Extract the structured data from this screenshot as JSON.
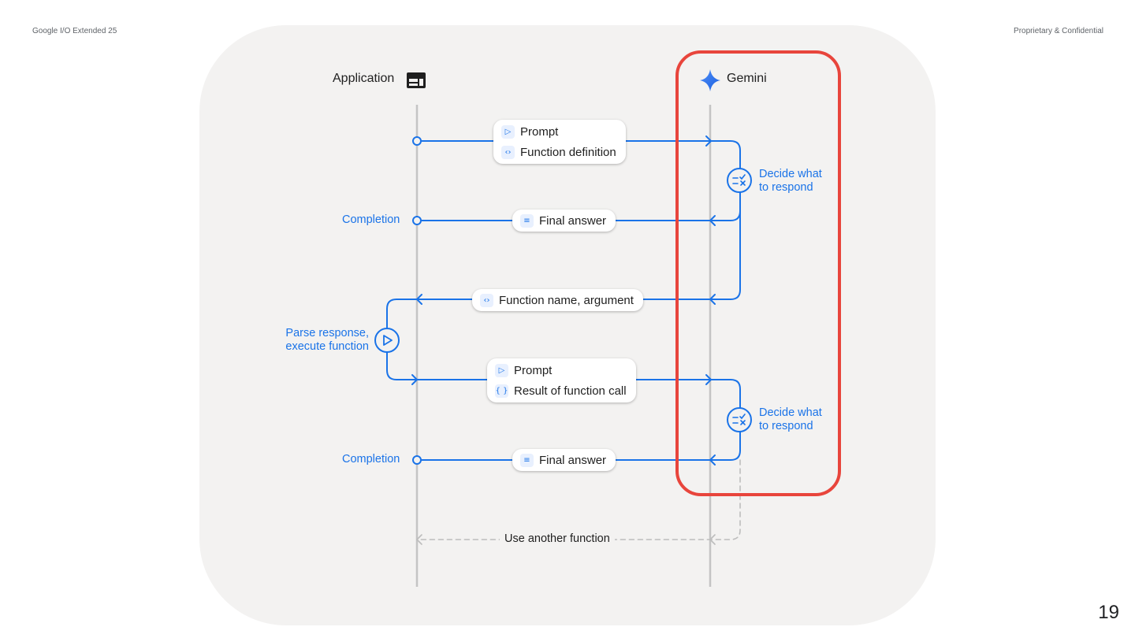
{
  "header": {
    "left_text": "Google I/O Extended 25",
    "right_text": "Proprietary & Confidential"
  },
  "page_number": "19",
  "columns": {
    "application": "Application",
    "gemini": "Gemini"
  },
  "messages": {
    "request_1": [
      {
        "icon": "send-icon",
        "text": "Prompt"
      },
      {
        "icon": "code-icon",
        "text": "Function definition"
      }
    ],
    "final_answer_1": {
      "icon": "document-icon",
      "text": "Final answer"
    },
    "function_call": {
      "icon": "code-icon",
      "text": "Function name,  argument"
    },
    "request_2": [
      {
        "icon": "send-icon",
        "text": "Prompt"
      },
      {
        "icon": "braces-icon",
        "text": "Result of function call"
      }
    ],
    "final_answer_2": {
      "icon": "document-icon",
      "text": "Final answer"
    },
    "loop_back": "Use another function"
  },
  "annotations": {
    "completion_1": "Completion",
    "completion_2": "Completion",
    "decide_1": [
      "Decide what",
      "to respond"
    ],
    "decide_2": [
      "Decide what",
      "to respond"
    ],
    "parse": [
      "Parse response,",
      "execute function"
    ]
  },
  "colors": {
    "flow_blue": "#1a73e8",
    "lifeline_gray": "#c4c4c4",
    "highlight_red": "#e8453c",
    "panel_bg": "#f3f2f1"
  }
}
